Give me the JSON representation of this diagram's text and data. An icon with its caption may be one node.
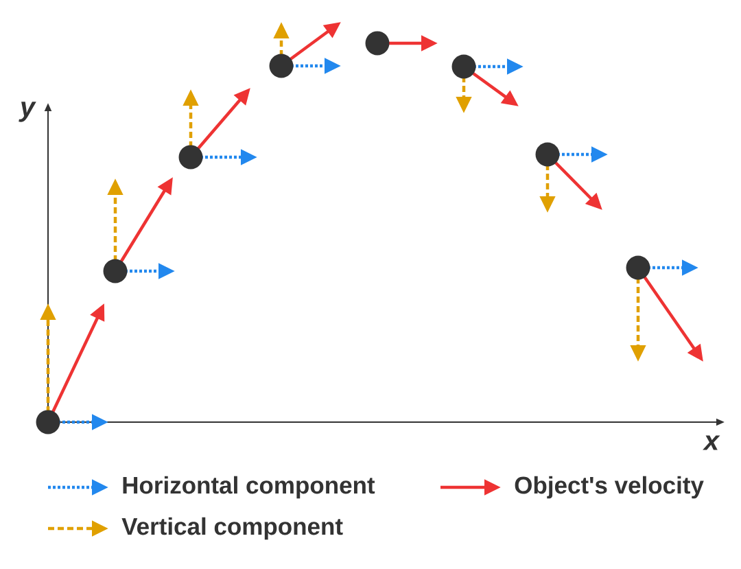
{
  "diagram": {
    "labels": [
      "y",
      "x"
    ],
    "legend": [
      {
        "text": "Horizontal component"
      },
      {
        "text": "Object's velocity"
      },
      {
        "text": "Vertical component"
      }
    ]
  }
}
